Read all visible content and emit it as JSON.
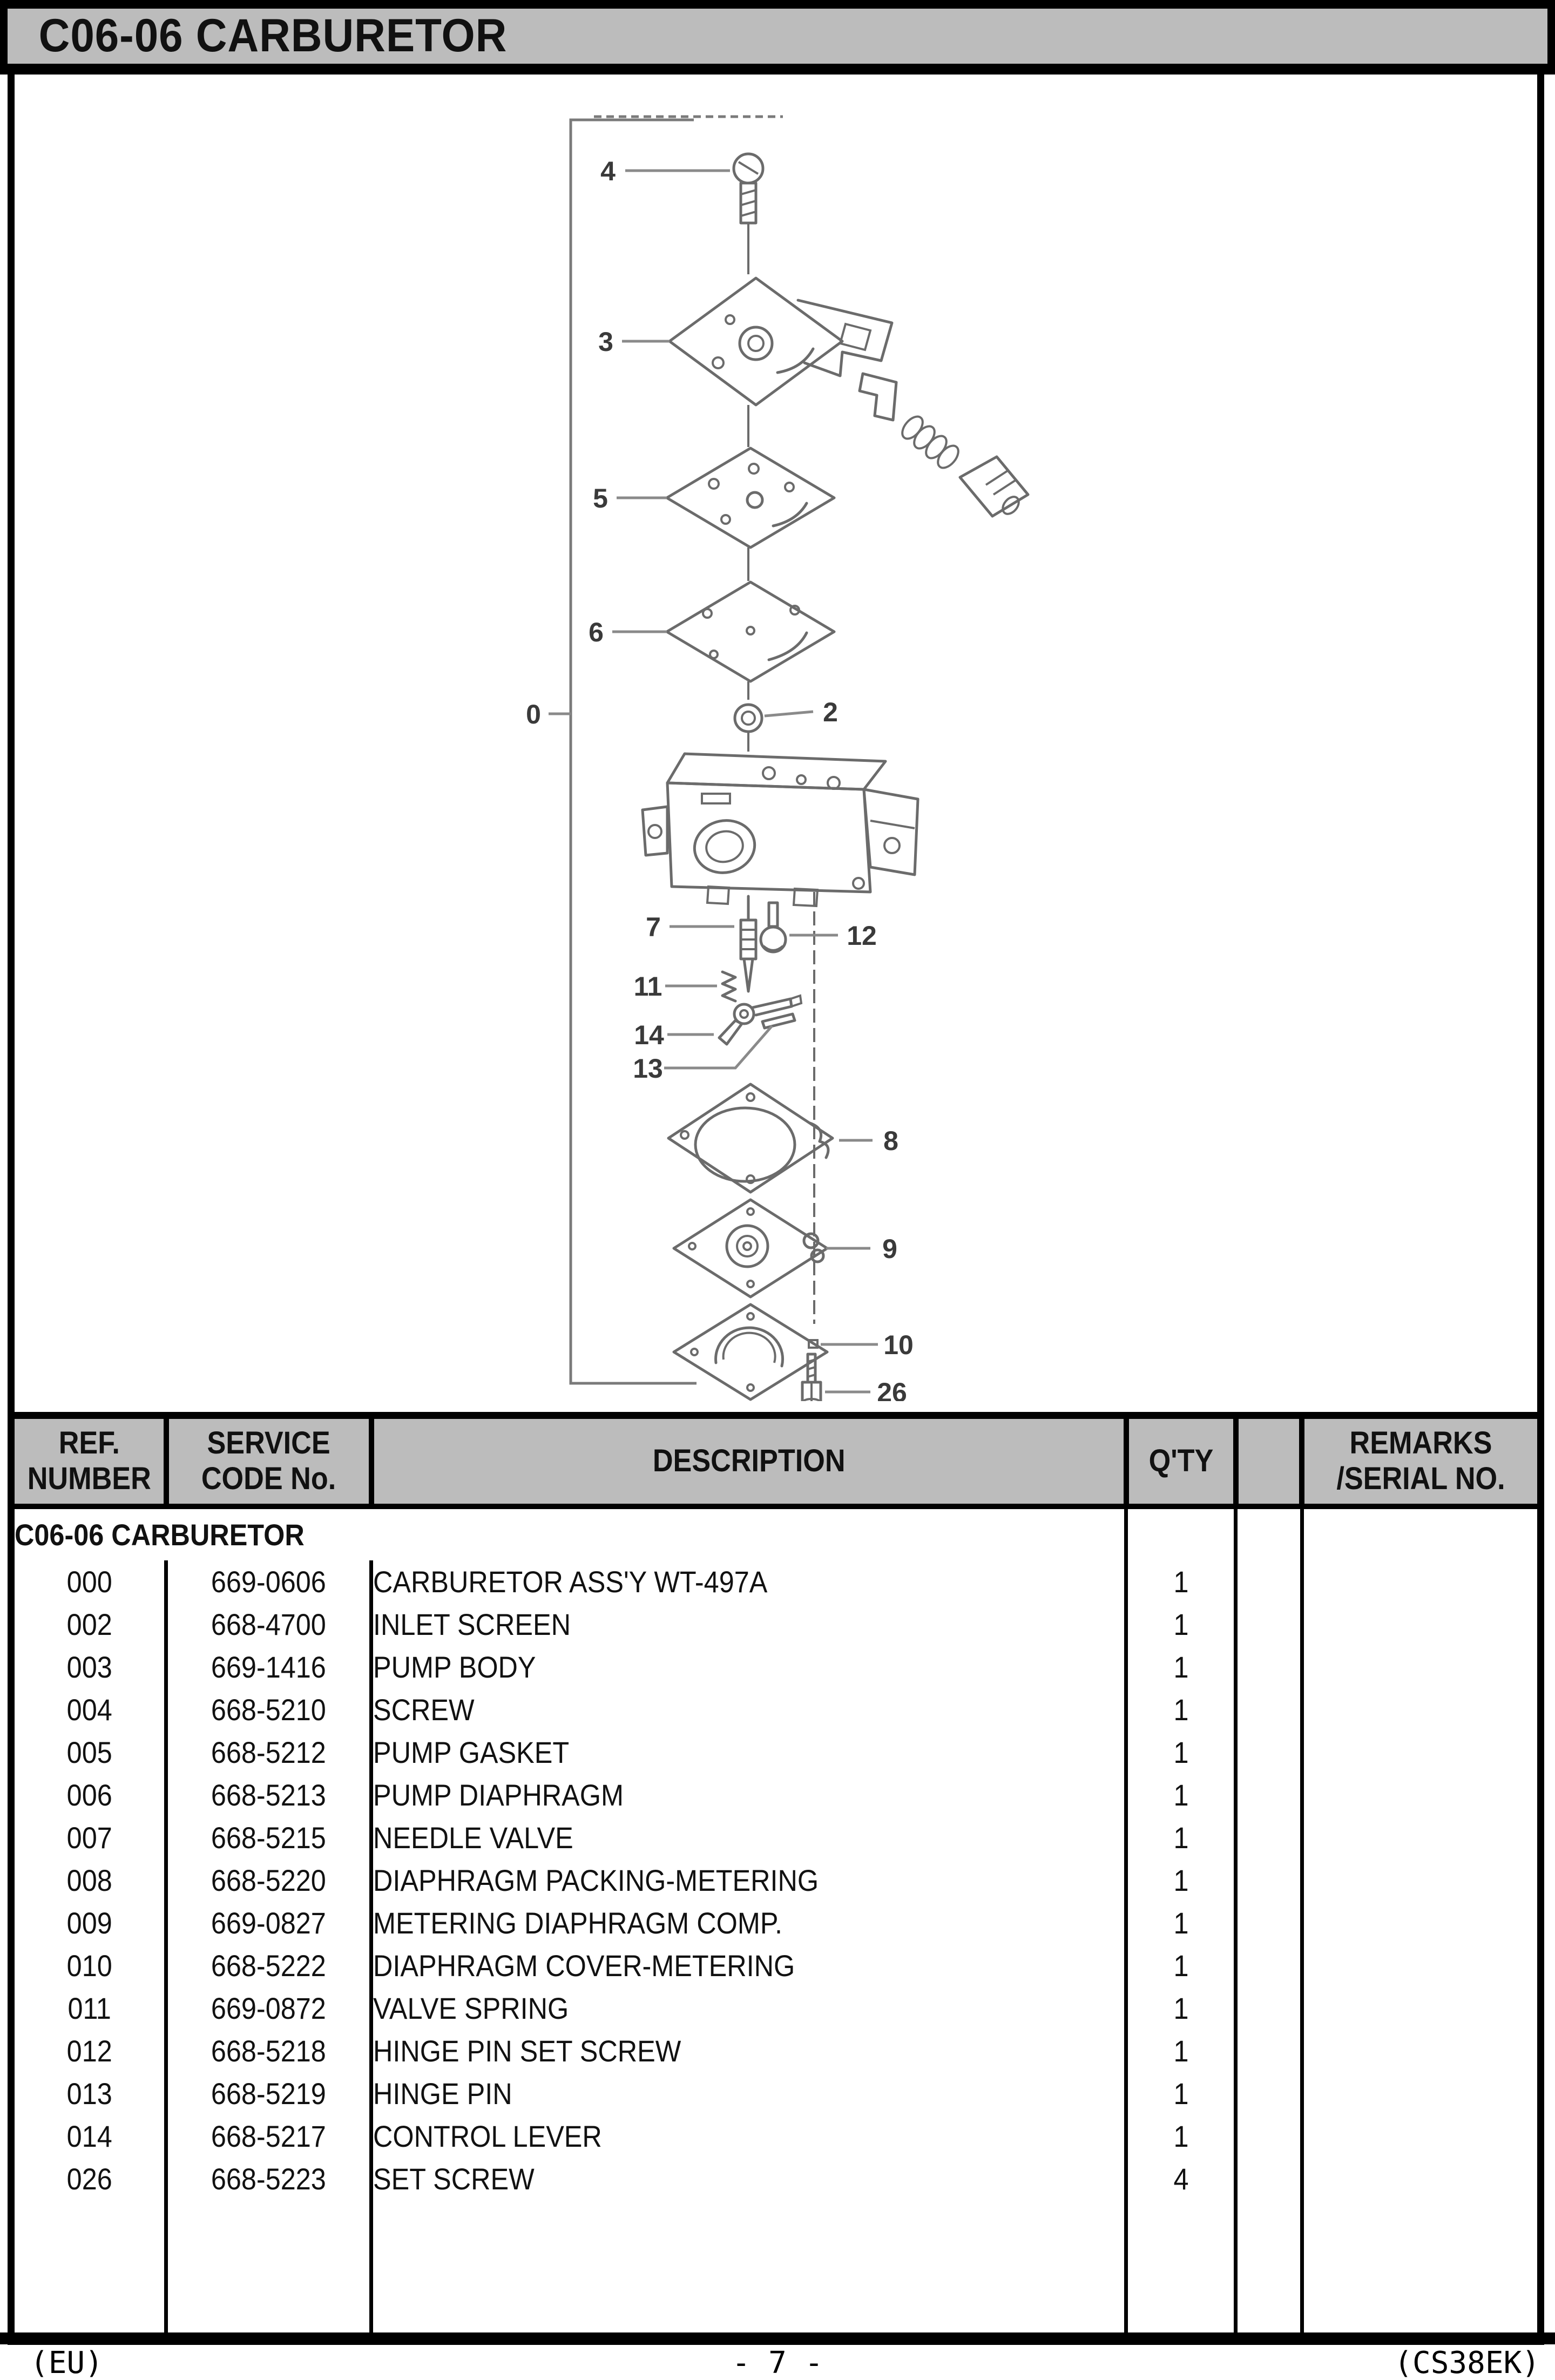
{
  "title": "C06-06 CARBURETOR",
  "table": {
    "headers": {
      "ref_line1": "REF.",
      "ref_line2": "NUMBER",
      "service_line1": "SERVICE",
      "service_line2": "CODE No.",
      "description": "DESCRIPTION",
      "qty": "Q'TY",
      "remarks_line1": "REMARKS",
      "remarks_line2": "/SERIAL NO."
    },
    "section_title": "C06-06 CARBURETOR",
    "rows": [
      {
        "ref": "000",
        "code": "669-0606",
        "desc": "CARBURETOR ASS'Y WT-497A",
        "qty": "1"
      },
      {
        "ref": "002",
        "code": "668-4700",
        "desc": "INLET SCREEN",
        "qty": "1"
      },
      {
        "ref": "003",
        "code": "669-1416",
        "desc": "PUMP BODY",
        "qty": "1"
      },
      {
        "ref": "004",
        "code": "668-5210",
        "desc": "SCREW",
        "qty": "1"
      },
      {
        "ref": "005",
        "code": "668-5212",
        "desc": "PUMP GASKET",
        "qty": "1"
      },
      {
        "ref": "006",
        "code": "668-5213",
        "desc": "PUMP DIAPHRAGM",
        "qty": "1"
      },
      {
        "ref": "007",
        "code": "668-5215",
        "desc": "NEEDLE VALVE",
        "qty": "1"
      },
      {
        "ref": "008",
        "code": "668-5220",
        "desc": "DIAPHRAGM PACKING-METERING",
        "qty": "1"
      },
      {
        "ref": "009",
        "code": "669-0827",
        "desc": "METERING DIAPHRAGM COMP.",
        "qty": "1"
      },
      {
        "ref": "010",
        "code": "668-5222",
        "desc": "DIAPHRAGM COVER-METERING",
        "qty": "1"
      },
      {
        "ref": "011",
        "code": "669-0872",
        "desc": "VALVE SPRING",
        "qty": "1"
      },
      {
        "ref": "012",
        "code": "668-5218",
        "desc": "HINGE PIN SET SCREW",
        "qty": "1"
      },
      {
        "ref": "013",
        "code": "668-5219",
        "desc": "HINGE PIN",
        "qty": "1"
      },
      {
        "ref": "014",
        "code": "668-5217",
        "desc": "CONTROL LEVER",
        "qty": "1"
      },
      {
        "ref": "026",
        "code": "668-5223",
        "desc": "SET SCREW",
        "qty": "4"
      }
    ]
  },
  "diagram": {
    "callouts": {
      "c0": {
        "label": "0"
      },
      "c2": {
        "label": "2"
      },
      "c3": {
        "label": "3"
      },
      "c4": {
        "label": "4"
      },
      "c5": {
        "label": "5"
      },
      "c6": {
        "label": "6"
      },
      "c7": {
        "label": "7"
      },
      "c8": {
        "label": "8"
      },
      "c9": {
        "label": "9"
      },
      "c10": {
        "label": "10"
      },
      "c11": {
        "label": "11"
      },
      "c12": {
        "label": "12"
      },
      "c13": {
        "label": "13"
      },
      "c14": {
        "label": "14"
      },
      "c26": {
        "label": "26"
      }
    }
  },
  "footer": {
    "left": "(EU)",
    "center": "- 7 -",
    "right": "(CS38EK)"
  }
}
